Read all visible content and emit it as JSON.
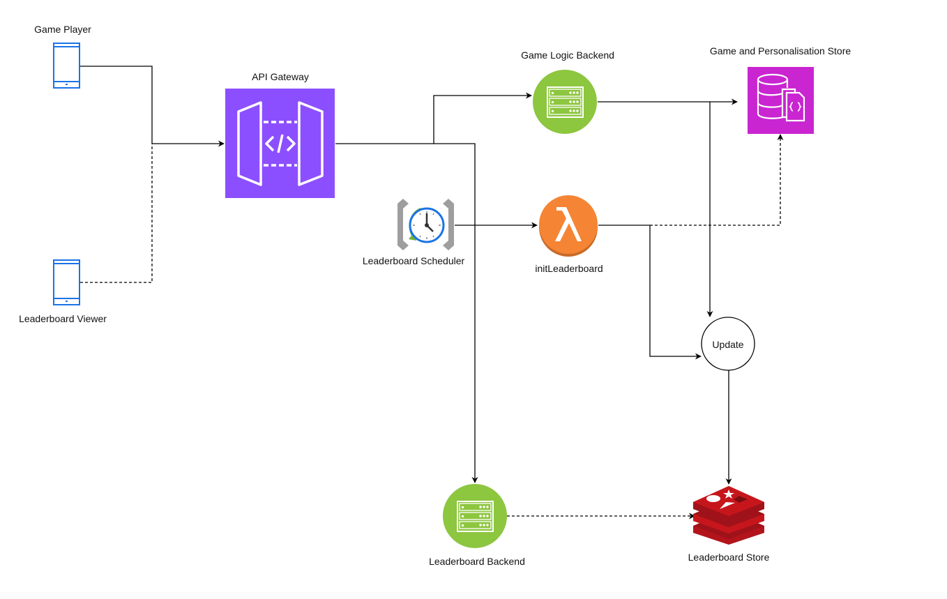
{
  "diagram": {
    "title": "Leaderboard Architecture",
    "nodes": {
      "game_player": {
        "label": "Game Player",
        "icon": "mobile-phone-icon",
        "color": "#1a73e8"
      },
      "leaderboard_viewer": {
        "label": "Leaderboard Viewer",
        "icon": "mobile-phone-icon",
        "color": "#1a73e8"
      },
      "api_gateway": {
        "label": "API Gateway",
        "icon": "api-gateway-icon",
        "color": "#8c4fff"
      },
      "game_logic_backend": {
        "label": "Game Logic Backend",
        "icon": "server-rack-icon",
        "color": "#8dc63f"
      },
      "game_store": {
        "label": "Game and Personalisation Store",
        "icon": "document-database-icon",
        "color": "#c925d1"
      },
      "leaderboard_scheduler": {
        "label": "Leaderboard Scheduler",
        "icon": "scheduler-clock-icon",
        "color": "#1a73e8"
      },
      "init_leaderboard": {
        "label": "initLeaderboard",
        "icon": "lambda-icon",
        "color": "#f58534"
      },
      "update": {
        "label": "Update",
        "icon": "",
        "color": "#ffffff"
      },
      "leaderboard_backend": {
        "label": "Leaderboard Backend",
        "icon": "server-rack-icon",
        "color": "#8dc63f"
      },
      "leaderboard_store": {
        "label": "Leaderboard Store",
        "icon": "redis-icon",
        "color": "#c6161c"
      }
    },
    "edges": [
      {
        "from": "Game Player",
        "to": "API Gateway",
        "style": "solid"
      },
      {
        "from": "Leaderboard Viewer",
        "to": "API Gateway",
        "style": "dashed"
      },
      {
        "from": "API Gateway",
        "to": "Game Logic Backend",
        "style": "solid"
      },
      {
        "from": "API Gateway",
        "to": "Leaderboard Backend",
        "style": "solid"
      },
      {
        "from": "Game Logic Backend",
        "to": "Game and Personalisation Store",
        "style": "solid"
      },
      {
        "from": "Game Logic Backend",
        "to": "Update",
        "style": "solid"
      },
      {
        "from": "Leaderboard Scheduler",
        "to": "initLeaderboard",
        "style": "solid"
      },
      {
        "from": "initLeaderboard",
        "to": "Game and Personalisation Store",
        "style": "dashed"
      },
      {
        "from": "initLeaderboard",
        "to": "Update",
        "style": "solid"
      },
      {
        "from": "Update",
        "to": "Leaderboard Store",
        "style": "solid"
      },
      {
        "from": "Leaderboard Backend",
        "to": "Leaderboard Store",
        "style": "dashed"
      }
    ]
  }
}
